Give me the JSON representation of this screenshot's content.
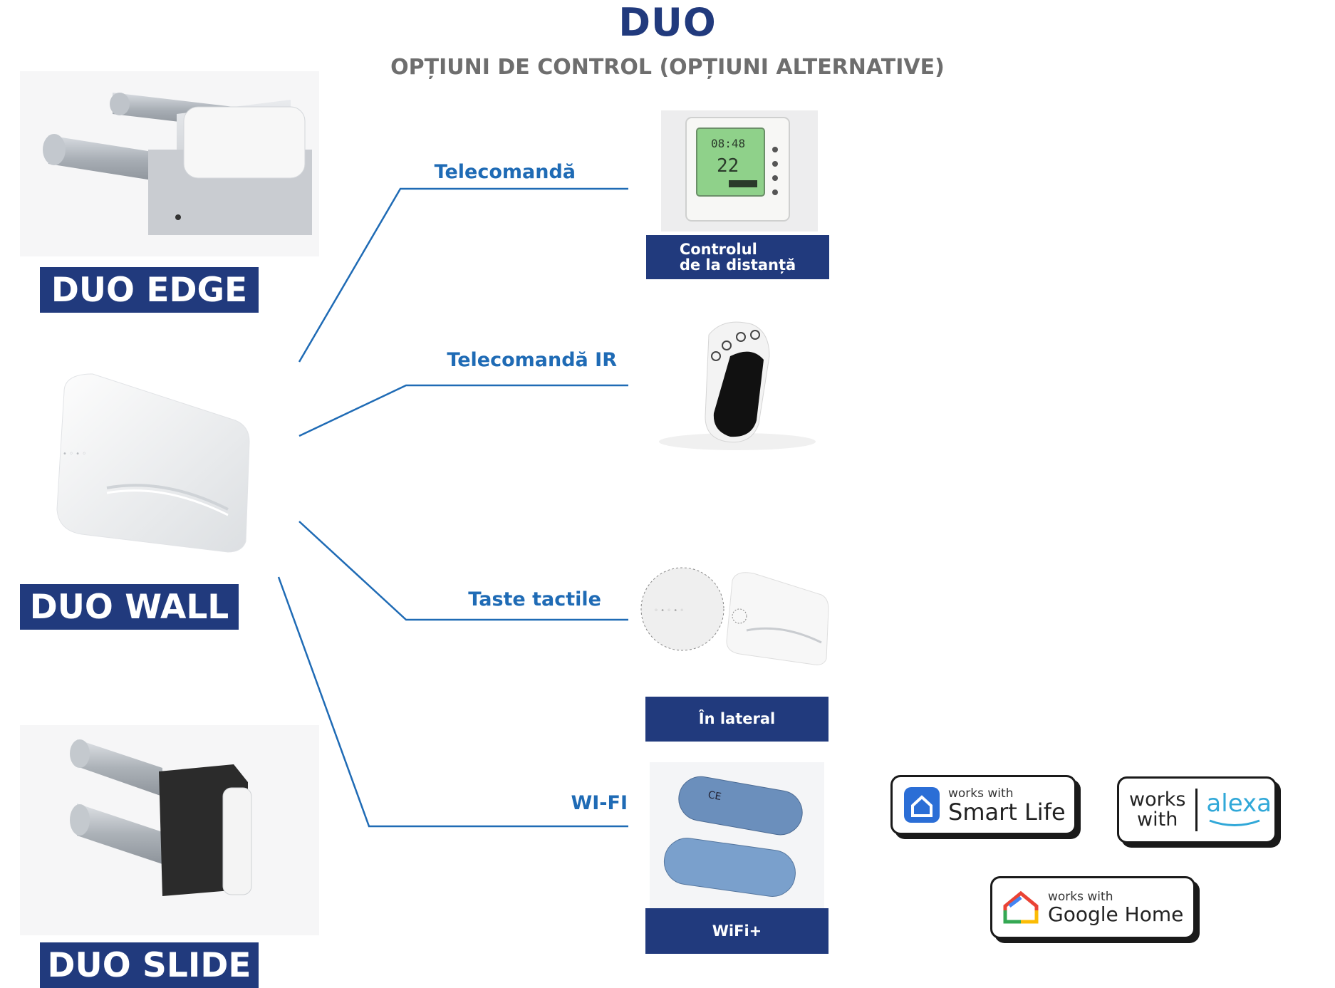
{
  "header": {
    "title": "DUO",
    "subtitle": "OPȚIUNI DE CONTROL (OPȚIUNI ALTERNATIVE)"
  },
  "products": {
    "edge": "DUO EDGE",
    "wall": "DUO WALL",
    "slide": "DUO SLIDE"
  },
  "options": {
    "remote": {
      "label": "Telecomandă",
      "box_line1": "Controlul",
      "box_line2": "de la distanță"
    },
    "ir": {
      "label": "Telecomandă IR"
    },
    "touch": {
      "label": "Taste tactile",
      "box": "În lateral"
    },
    "wifi": {
      "label": "WI-FI",
      "box": "WiFi+"
    }
  },
  "thermostat_display": {
    "time": "08:48",
    "temp": "22"
  },
  "badges": {
    "smartlife": {
      "small": "works with",
      "big": "Smart Life"
    },
    "alexa": {
      "left_top": "works",
      "left_bottom": "with",
      "right": "alexa"
    },
    "google": {
      "small": "works with",
      "big": "Google Home"
    }
  },
  "colors": {
    "navy": "#213a7d",
    "blue": "#1f6bb5",
    "gray_text": "#6e6e6e",
    "lcd_green": "#8fd18a",
    "alexa_blue": "#31a8d8"
  }
}
